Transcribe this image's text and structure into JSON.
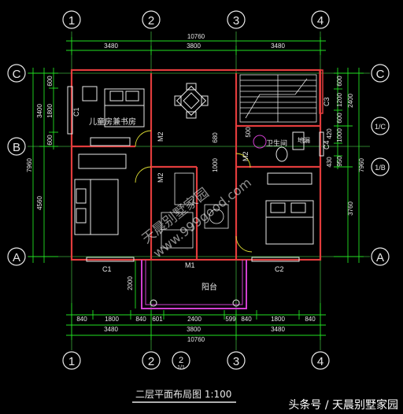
{
  "colors": {
    "wall": "#e23c3c",
    "dim": "#22e022",
    "axis": "#e8e8e8",
    "furniture": "#e8e8e8",
    "balcony": "#d13fd1",
    "stair": "#e8e8e8",
    "door": "#dddd33"
  },
  "axes": {
    "top": [
      "1",
      "2",
      "3",
      "4"
    ],
    "bottom": [
      "1",
      "2",
      "2",
      "3",
      "4"
    ],
    "bottom_sub": "1/1",
    "left": [
      "C",
      "B",
      "A"
    ],
    "right": [
      "C",
      "1/C",
      "1/B",
      "A"
    ]
  },
  "dims_top": {
    "total": "10760",
    "parts": [
      "3480",
      "3800",
      "3480"
    ]
  },
  "dims_bottom": {
    "row1": [
      "840",
      "1800",
      "840",
      "601",
      "2400",
      "599",
      "840",
      "1800",
      "840"
    ],
    "row2": [
      "3480",
      "3800",
      "3480"
    ],
    "total": "10760"
  },
  "dims_left": {
    "total": "7960",
    "parts": [
      "3400",
      "4560"
    ],
    "sub": [
      "600",
      "1800",
      "600"
    ],
    "balcony": "2000"
  },
  "dims_right": {
    "total": "7960",
    "parts": [
      "2400",
      "3760"
    ],
    "sub": [
      "600",
      "1200",
      "600",
      "1000",
      "950"
    ],
    "inner": [
      "420",
      "430"
    ]
  },
  "dims_inner": [
    "680",
    "1000",
    "500"
  ],
  "rooms": {
    "children_study": "儿童房兼书房",
    "bath": "卫生间",
    "balcony": "阳台",
    "shaft": "地漏"
  },
  "labels": {
    "c1_top": "C1",
    "c1_bottom": "C1",
    "c2": "C2",
    "m1": "M1",
    "m2": [
      "M2",
      "M2",
      "M2"
    ],
    "c3": "C3",
    "c4": "C4"
  },
  "watermark": {
    "brand": "天晨别墅家园",
    "url": "www.999good.com"
  },
  "title": "二层平面布局图 1:100",
  "credit": "头条号 / 天晨别墅家园"
}
